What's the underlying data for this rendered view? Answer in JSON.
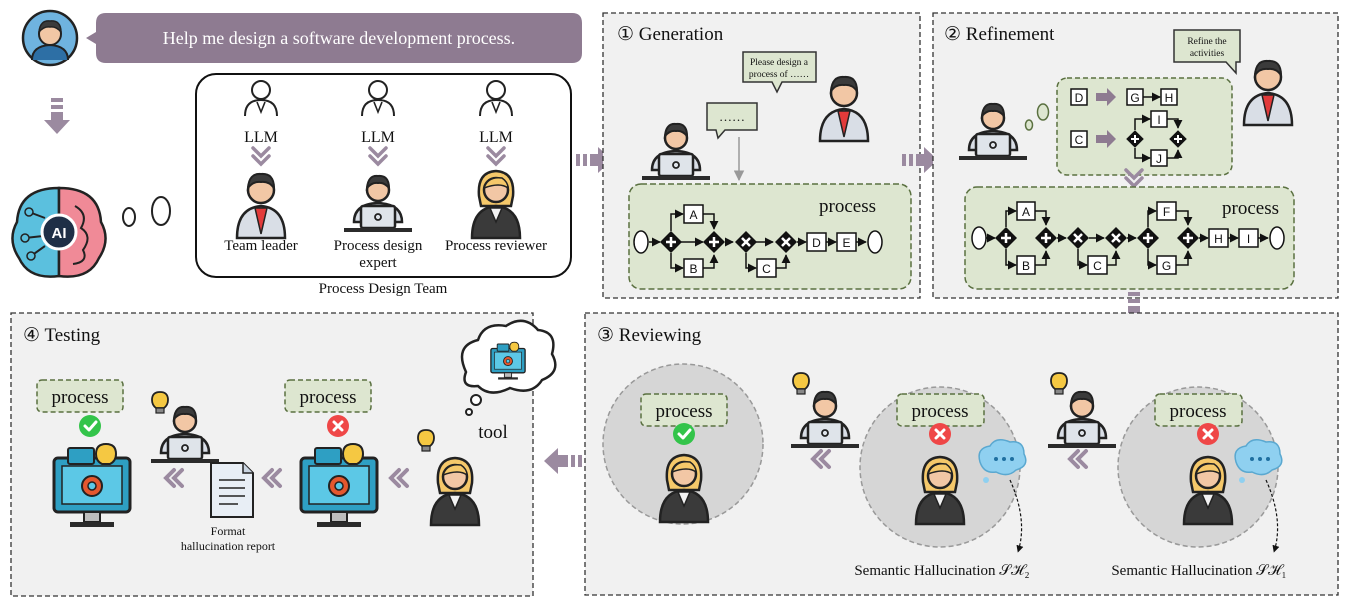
{
  "user_request": "Help me design a software development process.",
  "team": {
    "caption": "Process Design Team",
    "llm_label": "LLM",
    "roles": [
      "Team leader",
      "Process design",
      "expert",
      "Process reviewer"
    ]
  },
  "ai_badge": "AI",
  "panels": {
    "generation": {
      "title": "① Generation",
      "speech": [
        "Please design a",
        "process of ……"
      ],
      "ellipsis": "……",
      "process_label": "process",
      "activities": [
        "A",
        "B",
        "C",
        "D",
        "E"
      ]
    },
    "refinement": {
      "title": "② Refinement",
      "speech": [
        "Refine the",
        "activities"
      ],
      "mini": [
        "D",
        "G",
        "H",
        "C",
        "I",
        "J"
      ],
      "process_label": "process",
      "activities": [
        "A",
        "B",
        "C",
        "F",
        "G",
        "H",
        "I"
      ]
    },
    "reviewing": {
      "title": "③ Reviewing",
      "process_label": "process",
      "sh2": "Semantic Hallucination 𝒮ℋ₂",
      "sh1": "Semantic Hallucination 𝒮ℋ₁"
    },
    "testing": {
      "title": "④ Testing",
      "process_label": "process",
      "tool_label": "tool",
      "report": [
        "Format",
        "hallucination report"
      ]
    }
  },
  "colors": {
    "panel_bg": "#f1f1f1",
    "process_bg": "#dde6d0",
    "process_border": "#5a7040",
    "arrow": "#9b8aa0",
    "bubble": "#8e7b91",
    "ok": "#33c44a",
    "bad": "#ef4747",
    "monitor": "#2e9fc3",
    "gear": "#e4572e"
  }
}
